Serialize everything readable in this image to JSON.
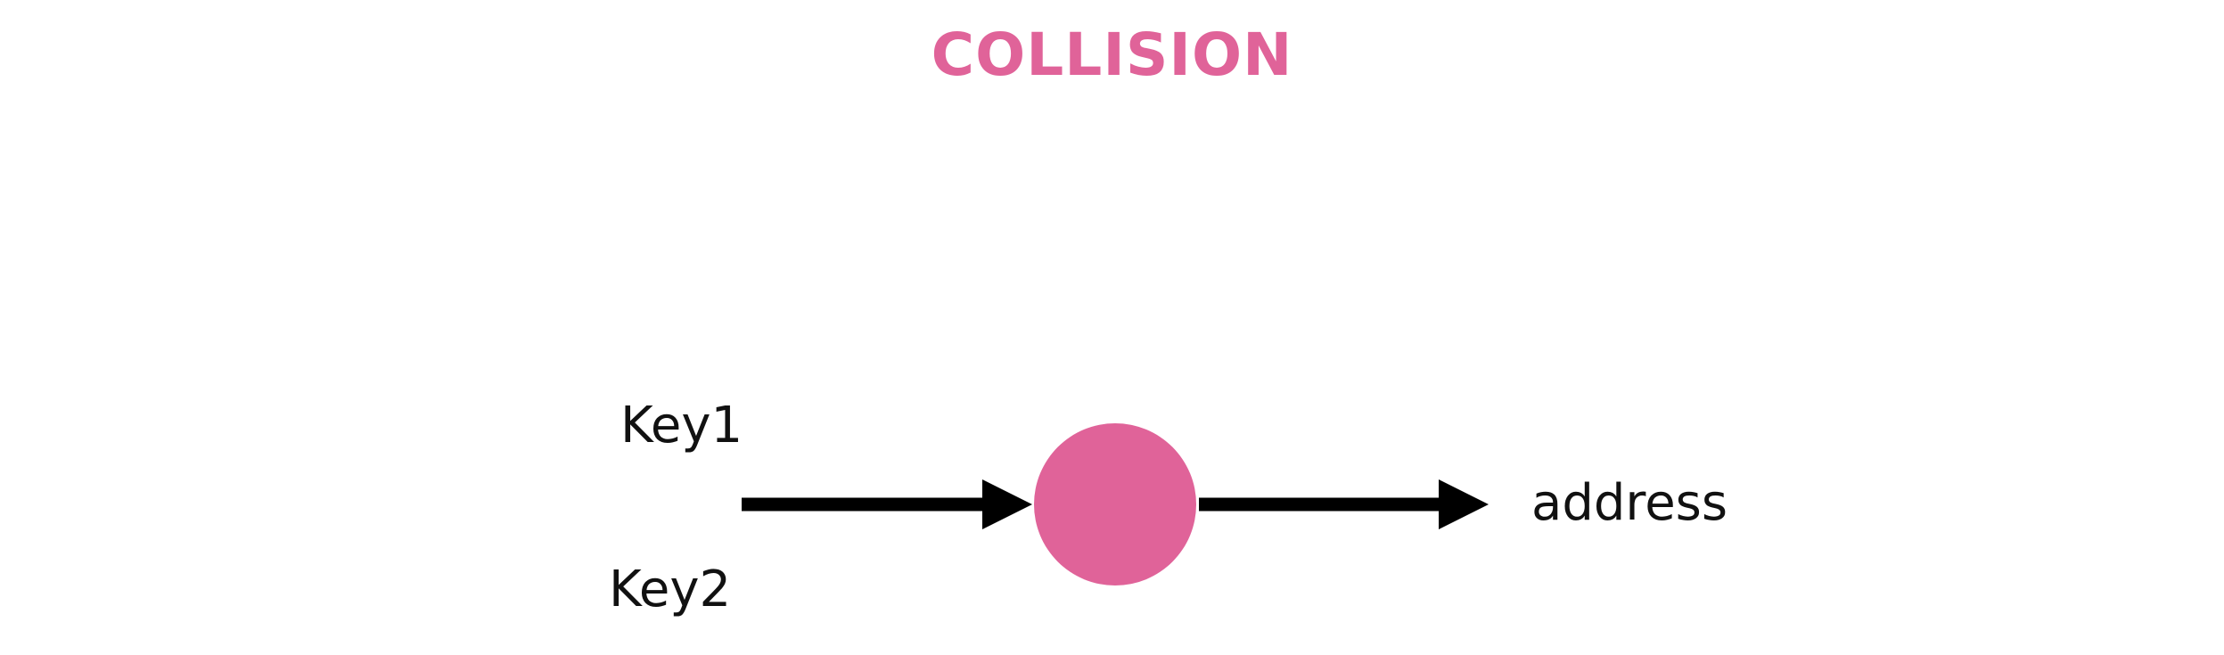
{
  "title": "COLLISION",
  "inputs": [
    "Key1",
    "Key2"
  ],
  "output": "address",
  "colors": {
    "accent": "#e06399",
    "text": "#111111",
    "arrow": "#000000",
    "background": "#ffffff"
  }
}
